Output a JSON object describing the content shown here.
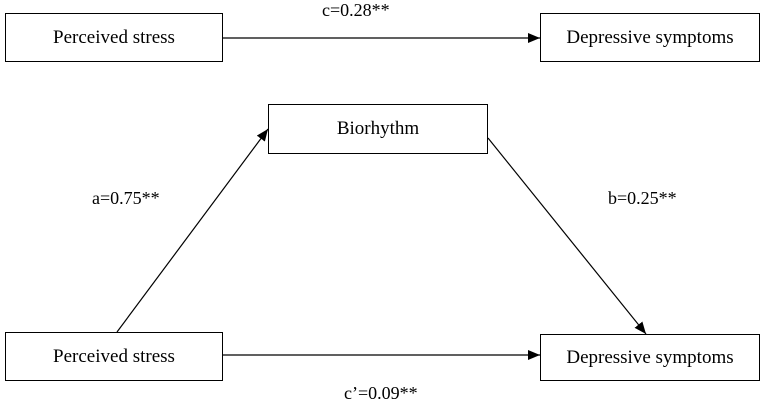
{
  "top_model": {
    "predictor": "Perceived stress",
    "outcome": "Depressive symptoms",
    "path_c": "c=0.28**"
  },
  "mediation_model": {
    "mediator": "Biorhythm",
    "predictor": "Perceived stress",
    "outcome": "Depressive symptoms",
    "path_a": "a=0.75**",
    "path_b": "b=0.25**",
    "path_c_prime": "c’=0.09**"
  }
}
